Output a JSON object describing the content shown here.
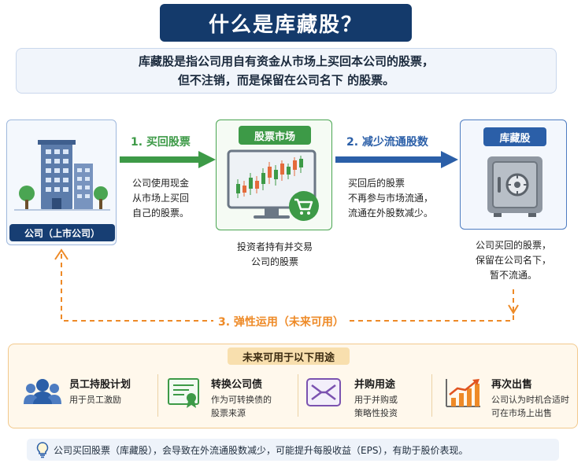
{
  "title": "什么是库藏股？",
  "definition": {
    "line1": "库藏股是指公司用自有资金从市场上买回本公司的股票，",
    "line2": "但不注销，而是保留在公司名下 的股票。"
  },
  "company": {
    "label": "公司（上市公司）"
  },
  "step1": {
    "title": "1. 买回股票",
    "desc": [
      "公司使用现金",
      "从市场上买回",
      "自己的股票。"
    ]
  },
  "market": {
    "label": "股票市场",
    "desc": [
      "投资者持有并交易",
      "公司的股票"
    ]
  },
  "step2": {
    "title": "2. 减少流通股数",
    "desc": [
      "买回后的股票",
      "不再参与市场流通，",
      "流通在外股数减少。"
    ]
  },
  "treasury": {
    "label": "库藏股",
    "desc": [
      "公司买回的股票，",
      "保留在公司名下，",
      "暂不流通。"
    ]
  },
  "step3": {
    "title": "3. 弹性运用（未来可用）"
  },
  "uses": {
    "header": "未来可用于以下用途",
    "items": [
      {
        "title": "员工持股计划",
        "desc": [
          "用于员工激励"
        ],
        "icon": "people-icon"
      },
      {
        "title": "转换公司债",
        "desc": [
          "作为可转换债的",
          "股票来源"
        ],
        "icon": "certificate-icon"
      },
      {
        "title": "并购用途",
        "desc": [
          "用于并购或",
          "策略性投资"
        ],
        "icon": "merge-icon"
      },
      {
        "title": "再次出售",
        "desc": [
          "公司认为时机合适时",
          "可在市场上出售"
        ],
        "icon": "growth-chart-icon"
      }
    ]
  },
  "note": "公司买回股票（库藏股），会导致在外流通股数减少，可能提升每股收益（EPS），有助于股价表现。",
  "colors": {
    "navy": "#143a6b",
    "green": "#3d9a47",
    "blue": "#2b5fa8",
    "orange": "#ee8a27"
  }
}
